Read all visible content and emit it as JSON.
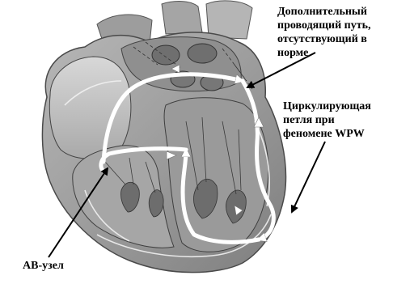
{
  "labels": {
    "accessory_pathway": "Дополнительный\nпроводящий путь,\nотсутствующий в\nнорме",
    "wpw_loop": "Циркулирующая\nпетля при\nфеномене WPW",
    "av_node": "АВ-узел"
  },
  "colors": {
    "heart_fill": "#c9c9c9",
    "heart_shadow": "#8a8a8a",
    "heart_dark": "#5a5a5a",
    "pathway": "#ffffff",
    "arrow": "#000000"
  }
}
